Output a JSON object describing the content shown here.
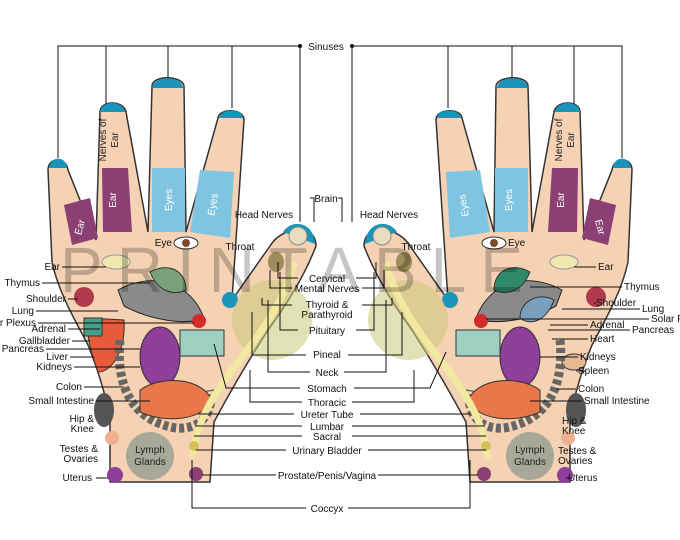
{
  "watermark": "PRINTABLE",
  "labels": {
    "sinuses": "Sinuses",
    "brain": "Brain",
    "head_nerves": "Head Nerves",
    "throat": "Throat",
    "eye": "Eye",
    "ear": "Ear",
    "thymus": "Thymus",
    "shoulder": "Shoulder",
    "lung": "Lung",
    "solar_plexus_left": "r Plexus",
    "solar_plexus_right": "Solar P",
    "adrenal": "Adrenal",
    "gallbladder": "Gallbladder",
    "pancreas": "Pancreas",
    "liver": "Liver",
    "kidneys": "Kidneys",
    "colon": "Colon",
    "small_intestine": "Small Intestine",
    "hip_knee_1": "Hip &",
    "hip_knee_2": "Knee",
    "testes_ovaries_1": "Testes &",
    "testes_ovaries_2": "Ovaries",
    "uterus": "Uterus",
    "heart": "Heart",
    "spleen": "Spleen",
    "cervical": "Cervical",
    "mental_nerves": "Mental Nerves",
    "thyroid_1": "Thyroid &",
    "thyroid_2": "Parathyroid",
    "pituitary": "Pituitary",
    "pineal": "Pineal",
    "neck": "Neck",
    "stomach": "Stomach",
    "thoracic": "Thoracic",
    "ureter_tube": "Ureter Tube",
    "lumbar": "Lumbar",
    "sacral": "Sacral",
    "urinary_bladder": "Urinary Bladder",
    "prostate": "Prostate/Penis/Vagina",
    "coccyx": "Coccyx"
  },
  "finger_zones": {
    "ear": "Ear",
    "nerves_of_ear_1": "Nerves of",
    "nerves_of_ear_2": "Ear",
    "eyes": "Eyes",
    "lymph_1": "Lymph",
    "lymph_2": "Glands"
  },
  "colors": {
    "skin": "#f5d2b4",
    "sinus_tip": "#1a94b8",
    "eyes_zone": "#7fc4e0",
    "ear_zone": "#8b3f72",
    "organ_purple": "#8e3f9a",
    "liver": "#e85a3a",
    "lymph": "#a7a898",
    "spine": "#f2e9a0"
  }
}
